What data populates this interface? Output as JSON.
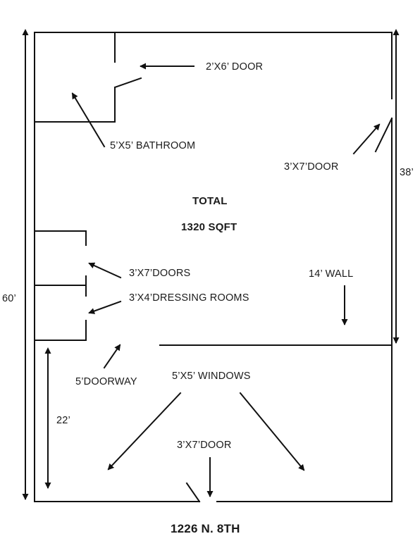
{
  "plan": {
    "total_label": "TOTAL",
    "area_label": "1320 SQFT",
    "address": "1226 N. 8TH",
    "dimensions": {
      "overall_height": "60’",
      "front_height": "38’",
      "rear_height": "22’"
    },
    "annotations": {
      "door_2x6": "2’X6’ DOOR",
      "bathroom": "5’X5’ BATHROOM",
      "side_door": "3’X7’DOOR",
      "doors": "3’X7’DOORS",
      "dressing_rooms": "3’X4’DRESSING ROOMS",
      "wall": "14’ WALL",
      "doorway": "5’DOORWAY",
      "windows": "5’X5’ WINDOWS",
      "rear_door": "3’X7’DOOR"
    }
  }
}
